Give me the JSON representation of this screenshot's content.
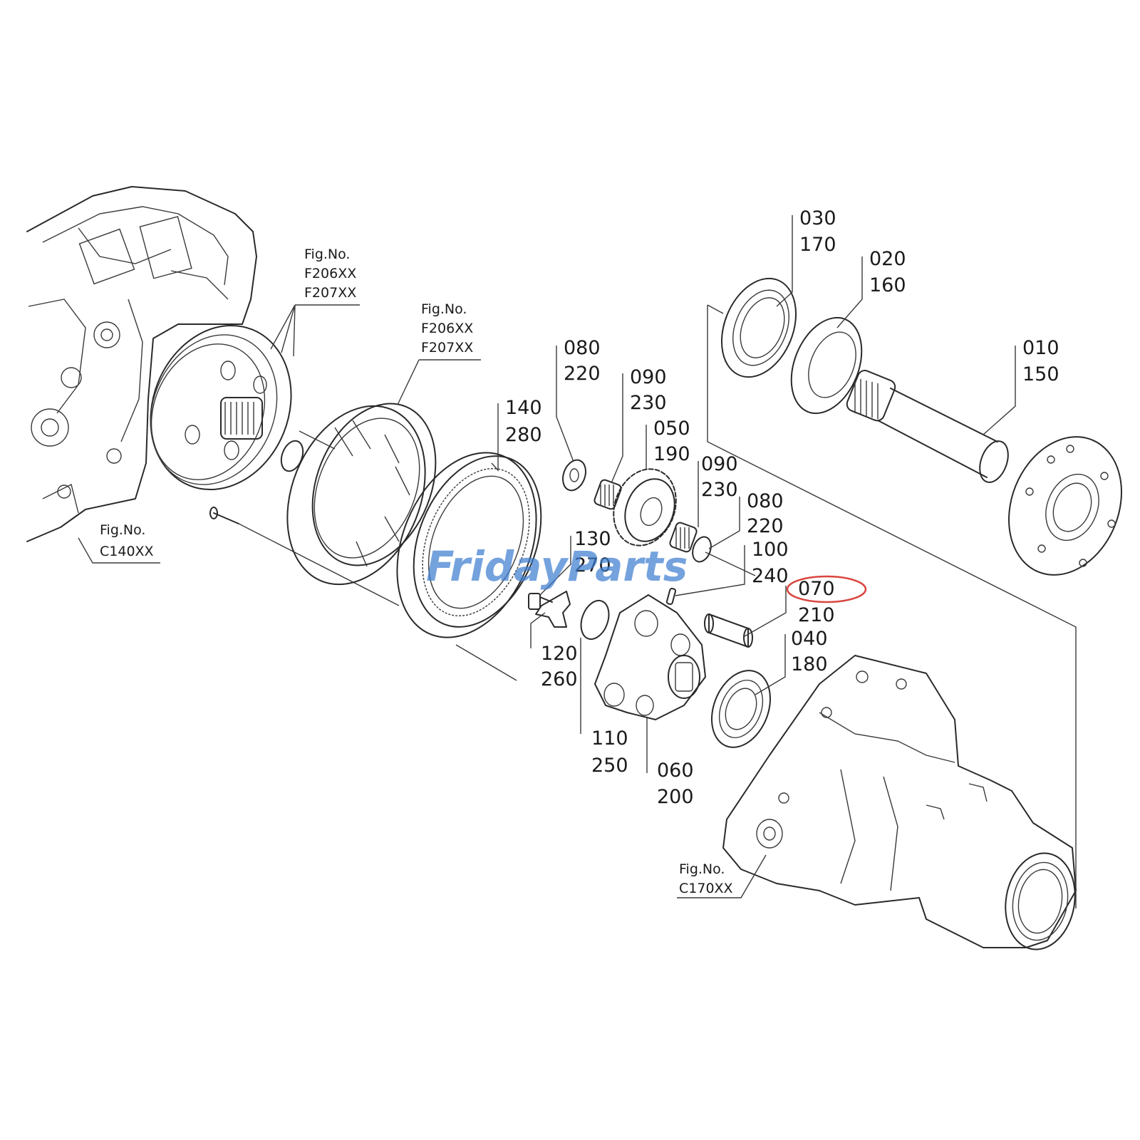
{
  "figure_refs": [
    {
      "heading": "Fig.No.",
      "codes": [
        "F206XX",
        "F207XX"
      ]
    },
    {
      "heading": "Fig.No.",
      "codes": [
        "F206XX",
        "F207XX"
      ]
    },
    {
      "heading": "Fig.No.",
      "codes": [
        "C140XX"
      ]
    },
    {
      "heading": "Fig.No.",
      "codes": [
        "C170XX"
      ]
    }
  ],
  "callouts": [
    {
      "top": "030",
      "bottom": "170"
    },
    {
      "top": "020",
      "bottom": "160"
    },
    {
      "top": "010",
      "bottom": "150"
    },
    {
      "top": "080",
      "bottom": "220"
    },
    {
      "top": "090",
      "bottom": "230"
    },
    {
      "top": "140",
      "bottom": "280"
    },
    {
      "top": "050",
      "bottom": "190"
    },
    {
      "top": "090",
      "bottom": "230"
    },
    {
      "top": "080",
      "bottom": "220"
    },
    {
      "top": "100",
      "bottom": "240"
    },
    {
      "top": "130",
      "bottom": "270"
    },
    {
      "top": "070",
      "bottom": "210"
    },
    {
      "top": "040",
      "bottom": "180"
    },
    {
      "top": "120",
      "bottom": "260"
    },
    {
      "top": "110",
      "bottom": "250"
    },
    {
      "top": "060",
      "bottom": "200"
    }
  ],
  "highlight": {
    "part": "070",
    "color": "#d9453f"
  },
  "watermark": {
    "part1": "Friday",
    "part2": "Parts",
    "color_main": "#3f7fd0",
    "color_accent": "#f0a020"
  }
}
